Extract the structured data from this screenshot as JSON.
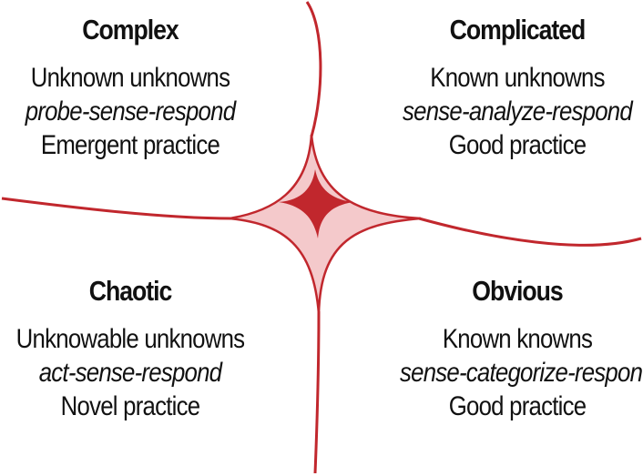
{
  "diagram": {
    "accent_color": "#C1272D",
    "fill_light": "#F4C9CB",
    "quadrants": {
      "complex": {
        "title": "Complex",
        "knowledge": "Unknown unknowns",
        "approach": "probe-sense-respond",
        "practice": "Emergent practice"
      },
      "complicated": {
        "title": "Complicated",
        "knowledge": "Known unknowns",
        "approach": "sense-analyze-respond",
        "practice": "Good practice"
      },
      "chaotic": {
        "title": "Chaotic",
        "knowledge": "Unknowable unknowns",
        "approach": "act-sense-respond",
        "practice": "Novel practice"
      },
      "obvious": {
        "title": "Obvious",
        "knowledge": "Known knowns",
        "approach": "sense-categorize-respond",
        "practice": "Good practice"
      }
    }
  }
}
